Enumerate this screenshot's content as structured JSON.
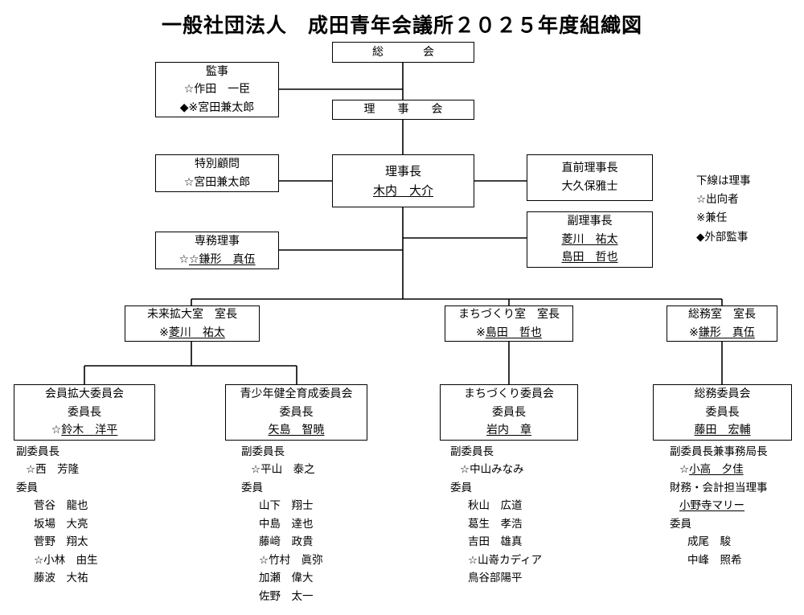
{
  "title": "一般社団法人　成田青年会議所２０２５年度組織図",
  "boxes": {
    "general_meeting": {
      "lines": [
        "総　　会"
      ]
    },
    "auditor": {
      "lines": [
        "監事",
        "☆作田　一臣",
        "◆※宮田兼太郎"
      ]
    },
    "board": {
      "lines": [
        "理　事　会"
      ]
    },
    "special_advisor": {
      "lines": [
        "特別顧問",
        "☆宮田兼太郎"
      ]
    },
    "president": {
      "title": "理事長",
      "name": "木内　大介"
    },
    "immediate_past_president": {
      "lines": [
        "直前理事長",
        "大久保雅士"
      ]
    },
    "vice_president": {
      "title": "副理事長",
      "names": [
        "菱川　祐太",
        "島田　哲也"
      ]
    },
    "executive_director": {
      "title": "専務理事",
      "name": "☆鎌形　真伍"
    },
    "room_future": {
      "title": "未来拡大室　室長",
      "name": "※菱川　祐太"
    },
    "room_machizukuri": {
      "title": "まちづくり室　室長",
      "name": "※島田　哲也"
    },
    "room_soumu": {
      "title": "総務室　室長",
      "name": "※鎌形　真伍"
    },
    "committee_kaiin": {
      "title": "会員拡大委員会",
      "role": "委員長",
      "name": "☆鈴木　洋平"
    },
    "committee_seishonen": {
      "title": "青少年健全育成委員会",
      "role": "委員長",
      "name": "矢島　智暁"
    },
    "committee_machizukuri": {
      "title": "まちづくり委員会",
      "role": "委員長",
      "name": "岩内　章"
    },
    "committee_soumu": {
      "title": "総務委員会",
      "role": "委員長",
      "name": "藤田　宏輔"
    }
  },
  "legend": [
    "下線は理事",
    "☆出向者",
    "※兼任",
    "◆外部監事"
  ],
  "columns": [
    {
      "id": "kaiin",
      "groups": [
        {
          "header": "副委員長",
          "members": [
            "☆西　芳隆"
          ],
          "indent": "sub"
        },
        {
          "header": "委員",
          "members": [
            "菅谷　龍也",
            "坂場　大亮",
            "菅野　翔太",
            "☆小林　由生",
            "藤波　大祐"
          ]
        }
      ]
    },
    {
      "id": "seishonen",
      "groups": [
        {
          "header": "副委員長",
          "members": [
            "☆平山　泰之"
          ],
          "indent": "sub"
        },
        {
          "header": "委員",
          "members": [
            "山下　翔士",
            "中島　達也",
            "藤﨑　政貴",
            "☆竹村　眞弥",
            "加瀬　偉大",
            "佐野　太一"
          ]
        }
      ]
    },
    {
      "id": "machizukuri",
      "groups": [
        {
          "header": "副委員長",
          "members": [
            "☆中山みなみ"
          ],
          "indent": "sub"
        },
        {
          "header": "委員",
          "members": [
            "秋山　広道",
            "葛生　孝浩",
            "吉田　雄真",
            "☆山嵜カディア",
            "鳥谷部陽平"
          ]
        }
      ]
    },
    {
      "id": "soumu",
      "groups": [
        {
          "header": "副委員長兼事務局長",
          "members": [
            "☆小高　夕佳"
          ],
          "indent": "sub",
          "underline": true
        },
        {
          "header": "財務・会計担当理事",
          "members": [
            "小野寺マリー"
          ],
          "indent": "sub",
          "underline": true
        },
        {
          "header": "委員",
          "members": [
            "成尾　駿",
            "中峰　照希"
          ]
        }
      ]
    }
  ]
}
